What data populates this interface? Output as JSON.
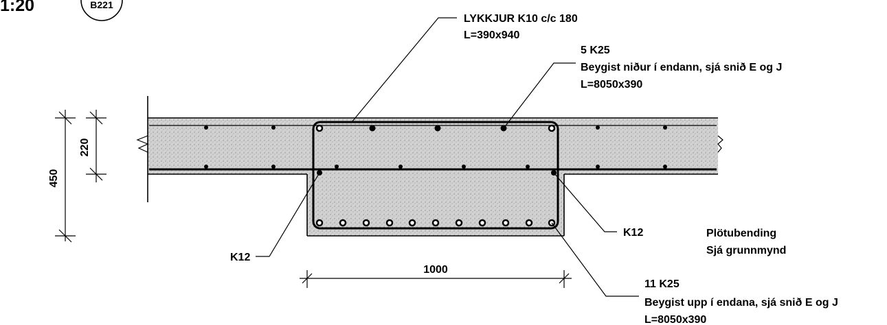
{
  "header": {
    "scale": "1:20",
    "detail_id": "B221"
  },
  "annotations": {
    "stirrup": {
      "line1": "LYKKJUR K10 c/c 180",
      "line2": "L=390x940"
    },
    "top_bars": {
      "line1": "5 K25",
      "line2": "Beygist niður í endann, sjá snið E og J",
      "line3": "L=8050x390"
    },
    "side_bar_right": "K12",
    "side_bar_left": "K12",
    "bottom_bars": {
      "line1": "11 K25",
      "line2": "Beygist upp í endana, sjá snið E og J",
      "line3": "L=8050x390"
    },
    "slab_note": {
      "line1": "Plötubending",
      "line2": "Sjá grunnmynd"
    }
  },
  "dimensions": {
    "total_height": "450",
    "slab_thickness": "220",
    "beam_width": "1000"
  }
}
